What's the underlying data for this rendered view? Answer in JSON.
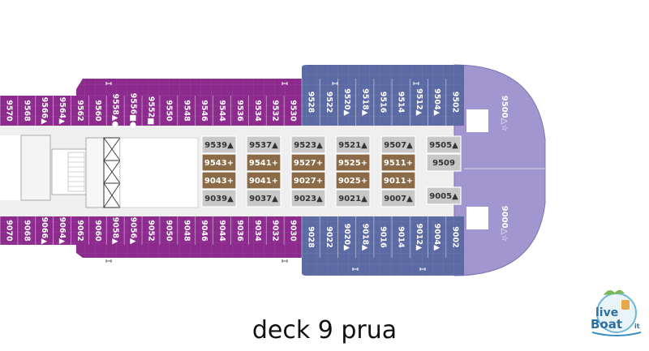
{
  "title": "deck 9 prua",
  "colors": {
    "purple": "#8c2a8e",
    "blue": "#5c6aa4",
    "lavender": "#a196d0",
    "tan": "#8a6a47",
    "grey": "#9a9a9a",
    "light": "#c8c8c8",
    "corridor": "#efefef"
  },
  "top_purple": [
    {
      "n": "9570",
      "s": ""
    },
    {
      "n": "9568",
      "s": ""
    },
    {
      "n": "9566",
      "s": "▲"
    },
    {
      "n": "9564",
      "s": "▲"
    },
    {
      "n": "9562",
      "s": ""
    },
    {
      "n": "9560",
      "s": ""
    },
    {
      "n": "9558",
      "s": "▲●"
    },
    {
      "n": "9556",
      "s": "■●"
    },
    {
      "n": "9552",
      "s": "■"
    },
    {
      "n": "9550",
      "s": ""
    },
    {
      "n": "9548",
      "s": ""
    },
    {
      "n": "9546",
      "s": ""
    },
    {
      "n": "9544",
      "s": ""
    },
    {
      "n": "9536",
      "s": ""
    },
    {
      "n": "9534",
      "s": ""
    },
    {
      "n": "9532",
      "s": ""
    },
    {
      "n": "9530",
      "s": ""
    }
  ],
  "top_blue": [
    {
      "n": "9528",
      "s": ""
    },
    {
      "n": "9522",
      "s": ""
    },
    {
      "n": "9520",
      "s": "▲"
    },
    {
      "n": "9518",
      "s": "▲"
    },
    {
      "n": "9516",
      "s": ""
    },
    {
      "n": "9514",
      "s": ""
    },
    {
      "n": "9512",
      "s": "▲"
    },
    {
      "n": "9504",
      "s": "▲"
    },
    {
      "n": "9502",
      "s": ""
    }
  ],
  "bottom_purple": [
    {
      "n": "9070",
      "s": ""
    },
    {
      "n": "9068",
      "s": ""
    },
    {
      "n": "9066",
      "s": "▲"
    },
    {
      "n": "9064",
      "s": "▲"
    },
    {
      "n": "9062",
      "s": ""
    },
    {
      "n": "9060",
      "s": ""
    },
    {
      "n": "9058",
      "s": "▲"
    },
    {
      "n": "9056",
      "s": "▲"
    },
    {
      "n": "9052",
      "s": ""
    },
    {
      "n": "9050",
      "s": ""
    },
    {
      "n": "9048",
      "s": ""
    },
    {
      "n": "9046",
      "s": ""
    },
    {
      "n": "9044",
      "s": ""
    },
    {
      "n": "9036",
      "s": ""
    },
    {
      "n": "9034",
      "s": ""
    },
    {
      "n": "9032",
      "s": ""
    },
    {
      "n": "9030",
      "s": ""
    }
  ],
  "bottom_blue": [
    {
      "n": "9028",
      "s": ""
    },
    {
      "n": "9022",
      "s": ""
    },
    {
      "n": "9020",
      "s": "▲"
    },
    {
      "n": "9018",
      "s": "▲"
    },
    {
      "n": "9016",
      "s": ""
    },
    {
      "n": "9014",
      "s": ""
    },
    {
      "n": "9012",
      "s": "▲"
    },
    {
      "n": "9004",
      "s": "▲"
    },
    {
      "n": "9002",
      "s": ""
    }
  ],
  "bow_cabins": [
    {
      "n": "9500",
      "s": "△☆"
    },
    {
      "n": "9000",
      "s": "△☆"
    }
  ],
  "inner_blocks": [
    [
      "9539▲",
      "9543+",
      "9043+",
      "9039▲"
    ],
    [
      "9537▲",
      "9541+",
      "9041+",
      "9037▲"
    ],
    [
      "9523▲",
      "9527+",
      "9027+",
      "9023▲"
    ],
    [
      "9521▲",
      "9525+",
      "9025+",
      "9021▲"
    ],
    [
      "9507▲",
      "9511+",
      "9011+",
      "9007▲"
    ]
  ],
  "inner_right": [
    "9505▲",
    "9509",
    "9005▲"
  ],
  "logo_text": [
    "live",
    "Boat",
    "it"
  ]
}
